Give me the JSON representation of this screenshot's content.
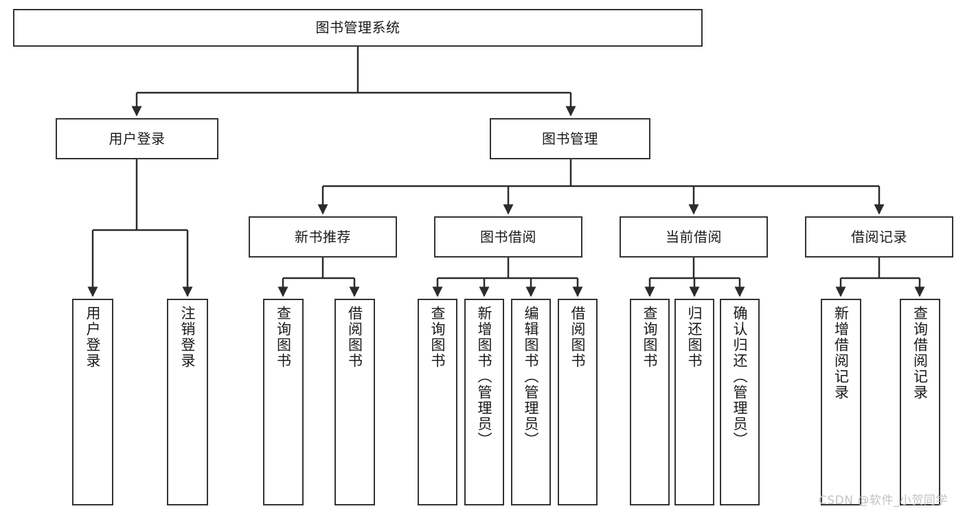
{
  "diagram": {
    "title": "图书管理系统",
    "watermark": "CSDN @软件_小贺同学",
    "colors": {
      "box_border": "#333333",
      "box_fill": "#ffffff",
      "edge": "#2b2b2b",
      "text": "#1a1a1a",
      "watermark": "#c2c2c2",
      "background": "#ffffff"
    },
    "nodes": {
      "root": {
        "label": "图书管理系统"
      },
      "level1": [
        {
          "id": "user-login",
          "label": "用户登录"
        },
        {
          "id": "book-manage",
          "label": "图书管理"
        }
      ],
      "level2": [
        {
          "id": "new-book-rec",
          "label": "新书推荐"
        },
        {
          "id": "book-borrow",
          "label": "图书借阅"
        },
        {
          "id": "current-borrow",
          "label": "当前借阅"
        },
        {
          "id": "borrow-record",
          "label": "借阅记录"
        }
      ],
      "leaves": {
        "user-login": [
          {
            "id": "leaf-user-login",
            "label": "用户登录"
          },
          {
            "id": "leaf-logout",
            "label": "注销登录"
          }
        ],
        "new-book-rec": [
          {
            "id": "leaf-query-book-1",
            "label": "查询图书"
          },
          {
            "id": "leaf-borrow-book-1",
            "label": "借阅图书"
          }
        ],
        "book-borrow": [
          {
            "id": "leaf-query-book-2",
            "label": "查询图书"
          },
          {
            "id": "leaf-add-book",
            "label": "新增图书（管理员）"
          },
          {
            "id": "leaf-edit-book",
            "label": "编辑图书（管理员）"
          },
          {
            "id": "leaf-borrow-book-2",
            "label": "借阅图书"
          }
        ],
        "current-borrow": [
          {
            "id": "leaf-query-book-3",
            "label": "查询图书"
          },
          {
            "id": "leaf-return-book",
            "label": "归还图书"
          },
          {
            "id": "leaf-confirm-return",
            "label": "确认归还（管理员）"
          }
        ],
        "borrow-record": [
          {
            "id": "leaf-add-record",
            "label": "新增借阅记录"
          },
          {
            "id": "leaf-query-record",
            "label": "查询借阅记录"
          }
        ]
      }
    }
  }
}
